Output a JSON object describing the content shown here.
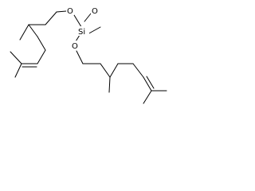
{
  "molecule": {
    "atoms": {
      "si": "Si",
      "o_top": "O",
      "o_methoxy": "O",
      "o_lower": "O"
    }
  },
  "colors": {
    "bond": "#000000",
    "label": "#000000",
    "background": "#ffffff"
  }
}
